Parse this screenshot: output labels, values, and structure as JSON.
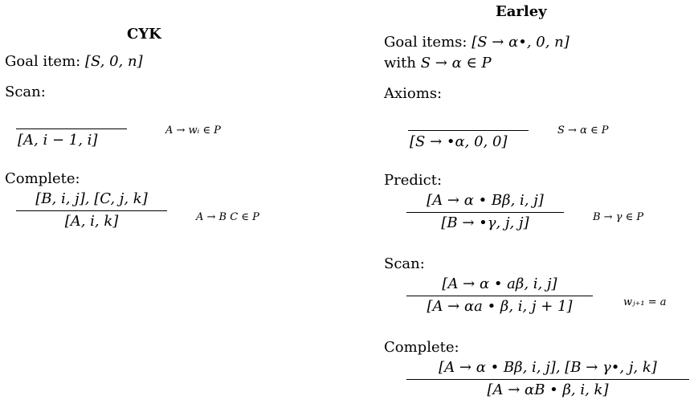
{
  "cyk": {
    "title": "CYK",
    "goal_label": "Goal item:",
    "goal_item": "[S, 0, n]",
    "scan_label": "Scan:",
    "scan_conclusion": "[A, i − 1, i]",
    "scan_condition": "A → wᵢ ∈ P",
    "complete_label": "Complete:",
    "complete_premise": "[B, i, j], [C, j, k]",
    "complete_conclusion": "[A, i, k]",
    "complete_condition": "A → B C ∈ P"
  },
  "earley": {
    "title": "Earley",
    "goal_label": "Goal items:",
    "goal_item": "[S → α•, 0, n]",
    "goal_with": "with",
    "goal_with_cond": "S → α ∈ P",
    "axioms_label": "Axioms:",
    "axiom_conclusion": "[S → •α, 0, 0]",
    "axiom_condition": "S → α ∈ P",
    "predict_label": "Predict:",
    "predict_premise": "[A → α • Bβ, i, j]",
    "predict_conclusion": "[B → •γ, j, j]",
    "predict_condition": "B → γ ∈ P",
    "scan_label": "Scan:",
    "scan_premise": "[A → α • aβ, i, j]",
    "scan_conclusion": "[A → αa • β, i, j + 1]",
    "scan_condition": "wⱼ₊₁ = a",
    "complete_label": "Complete:",
    "complete_premise": "[A → α • Bβ, i, j], [B → γ•, j, k]",
    "complete_conclusion": "[A → αB • β, i, k]"
  }
}
